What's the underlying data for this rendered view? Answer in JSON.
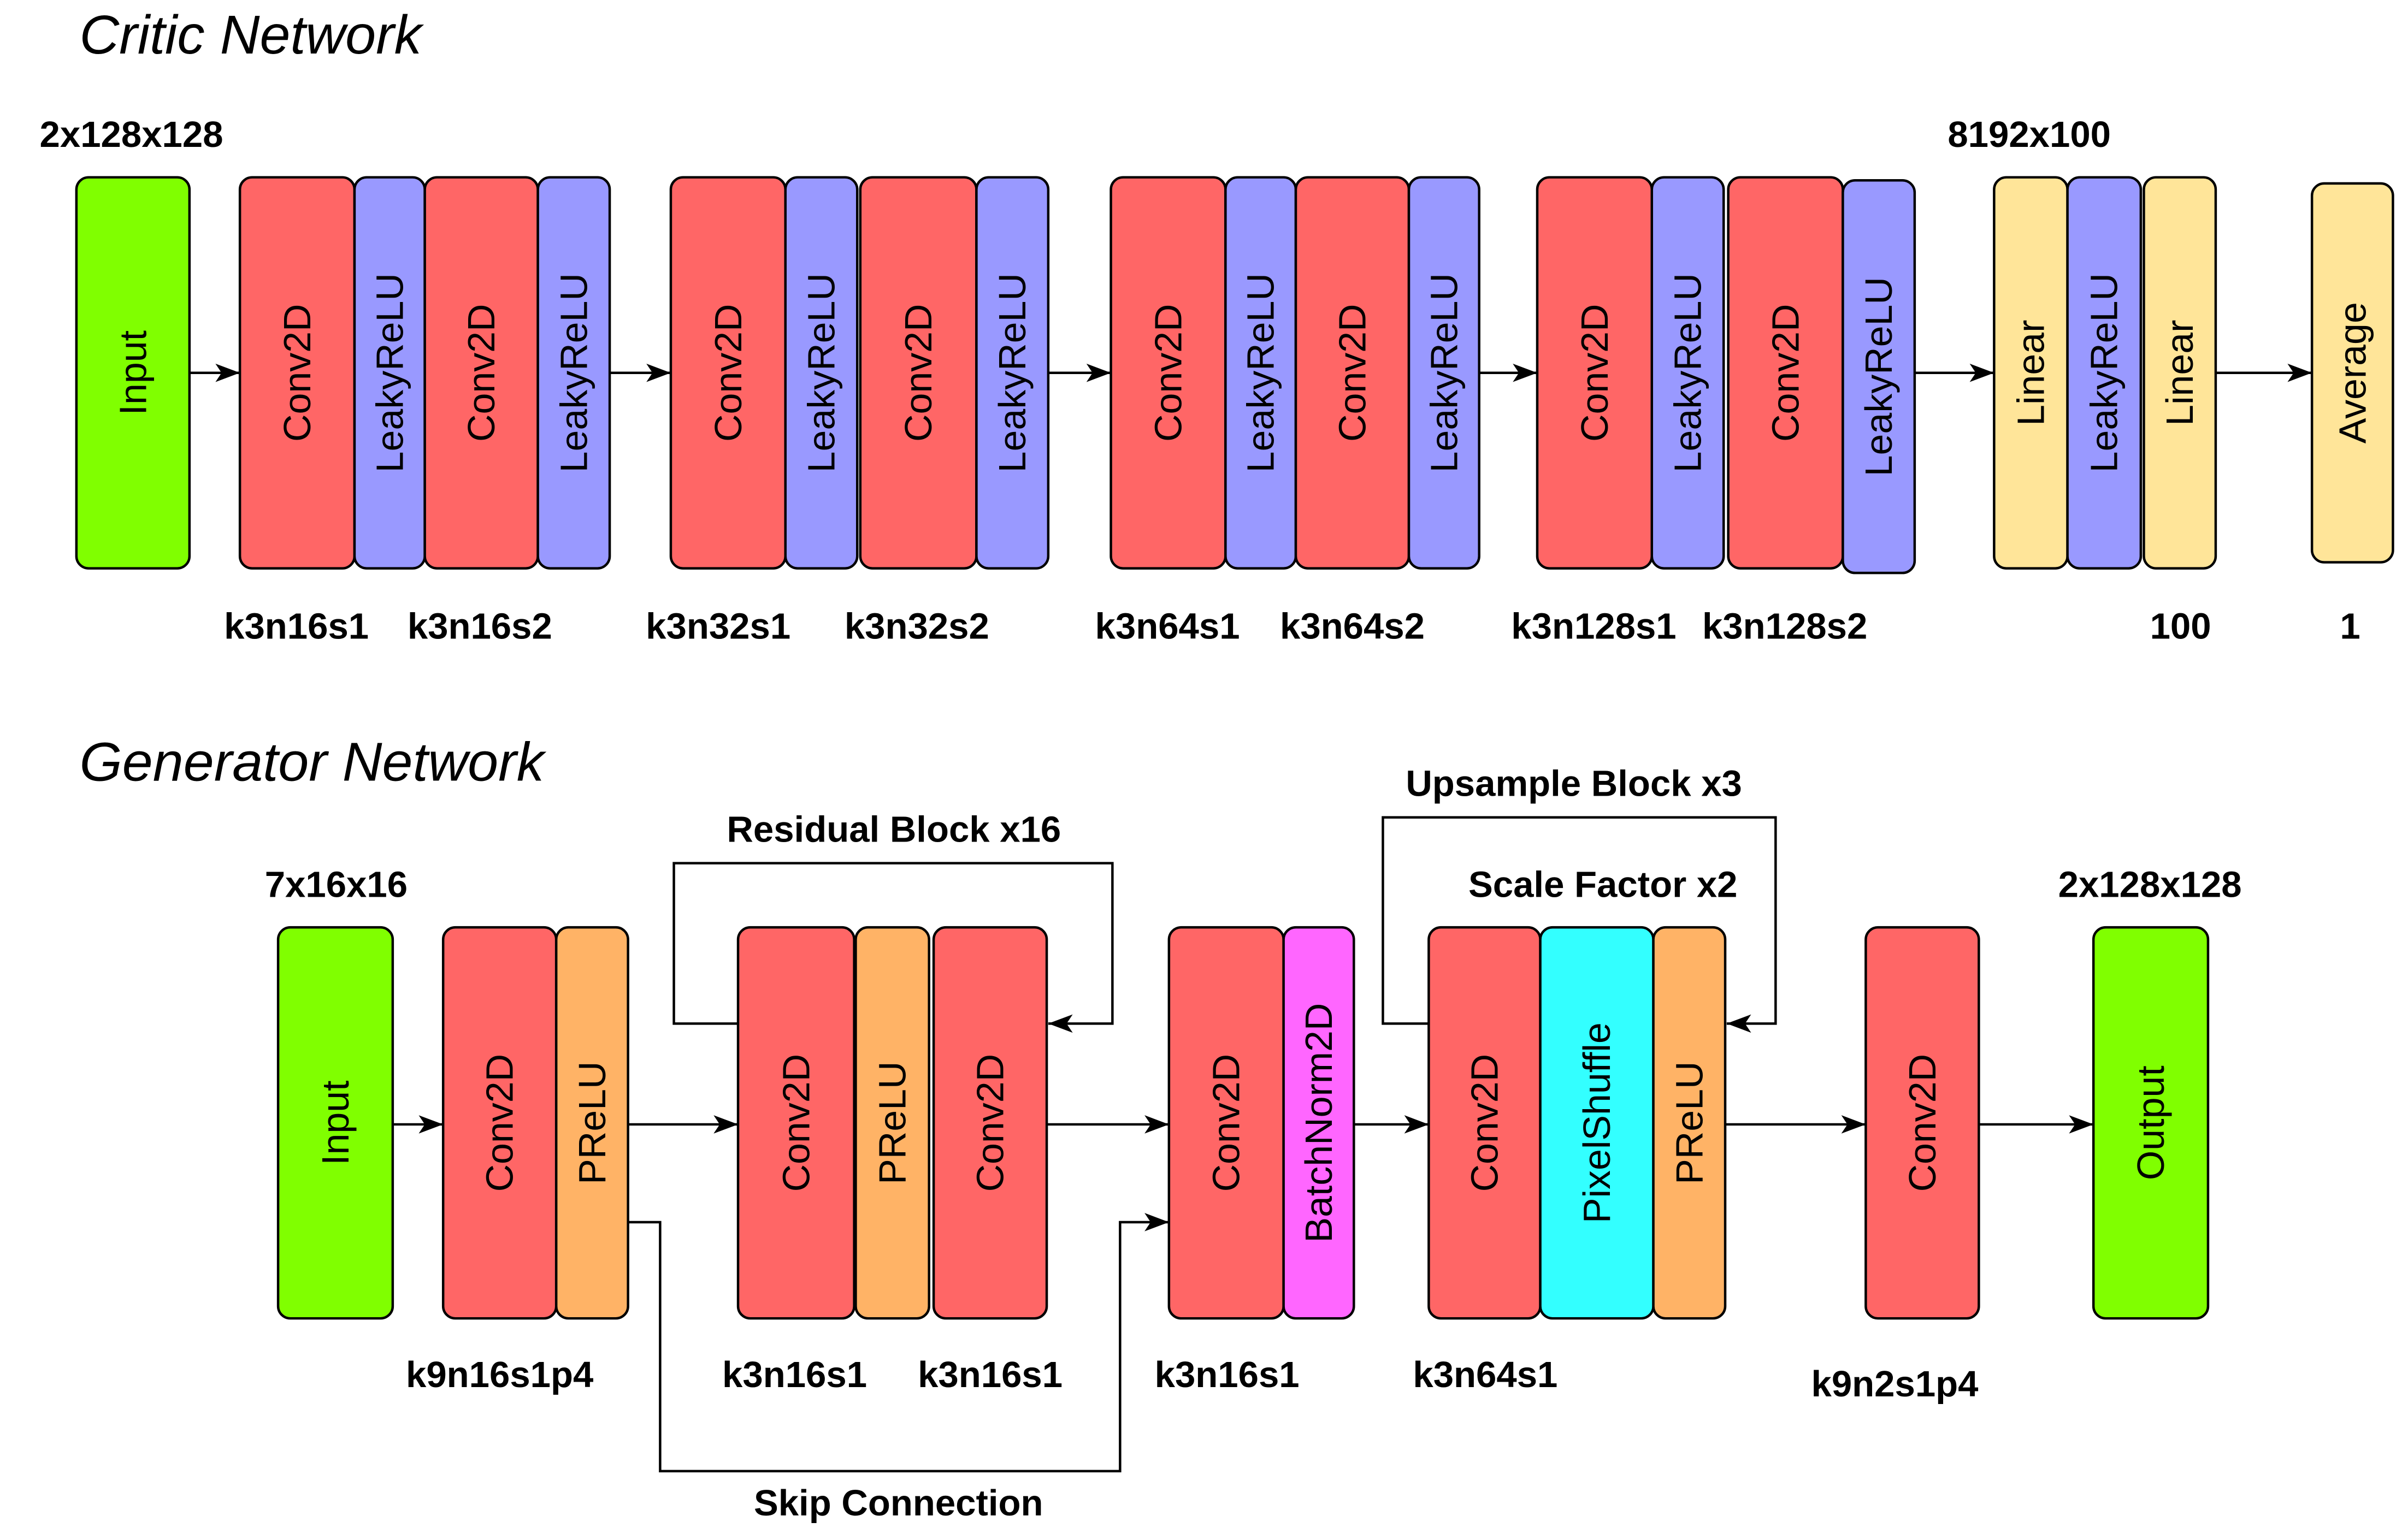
{
  "colors": {
    "input_output": "#80FF00",
    "conv2d": "#FF6666",
    "leaky_relu": "#9999FF",
    "linear_average": "#FFE599",
    "prelu": "#FFB366",
    "batchnorm2d": "#FF66FF",
    "pixelshuffle": "#33FFFF"
  },
  "critic": {
    "title": "Critic Network",
    "input_shape": "2x128x128",
    "linear_shape": "8192x100",
    "blocks": [
      "Input",
      "Conv2D",
      "LeakyReLU",
      "Conv2D",
      "LeakyReLU",
      "Conv2D",
      "LeakyReLU",
      "Conv2D",
      "LeakyReLU",
      "Conv2D",
      "LeakyReLU",
      "Conv2D",
      "LeakyReLU",
      "Conv2D",
      "LeakyReLU",
      "Conv2D",
      "LeakyReLU",
      "Linear",
      "LeakyReLU",
      "Linear",
      "Average"
    ],
    "params": [
      "k3n16s1",
      "k3n16s2",
      "k3n32s1",
      "k3n32s2",
      "k3n64s1",
      "k3n64s2",
      "k3n128s1",
      "k3n128s2",
      "100",
      "1"
    ]
  },
  "generator": {
    "title": "Generator Network",
    "input_shape": "7x16x16",
    "output_shape": "2x128x128",
    "residual_label": "Residual Block x16",
    "upsample_label": "Upsample Block x3",
    "scale_label": "Scale Factor x2",
    "skip_label": "Skip Connection",
    "blocks": [
      "Input",
      "Conv2D",
      "PReLU",
      "Conv2D",
      "PReLU",
      "Conv2D",
      "Conv2D",
      "BatchNorm2D",
      "Conv2D",
      "PixelShuffle",
      "PReLU",
      "Conv2D",
      "Output"
    ],
    "params": [
      "k9n16s1p4",
      "k3n16s1",
      "k3n16s1",
      "k3n16s1",
      "k3n64s1",
      "k9n2s1p4"
    ]
  }
}
